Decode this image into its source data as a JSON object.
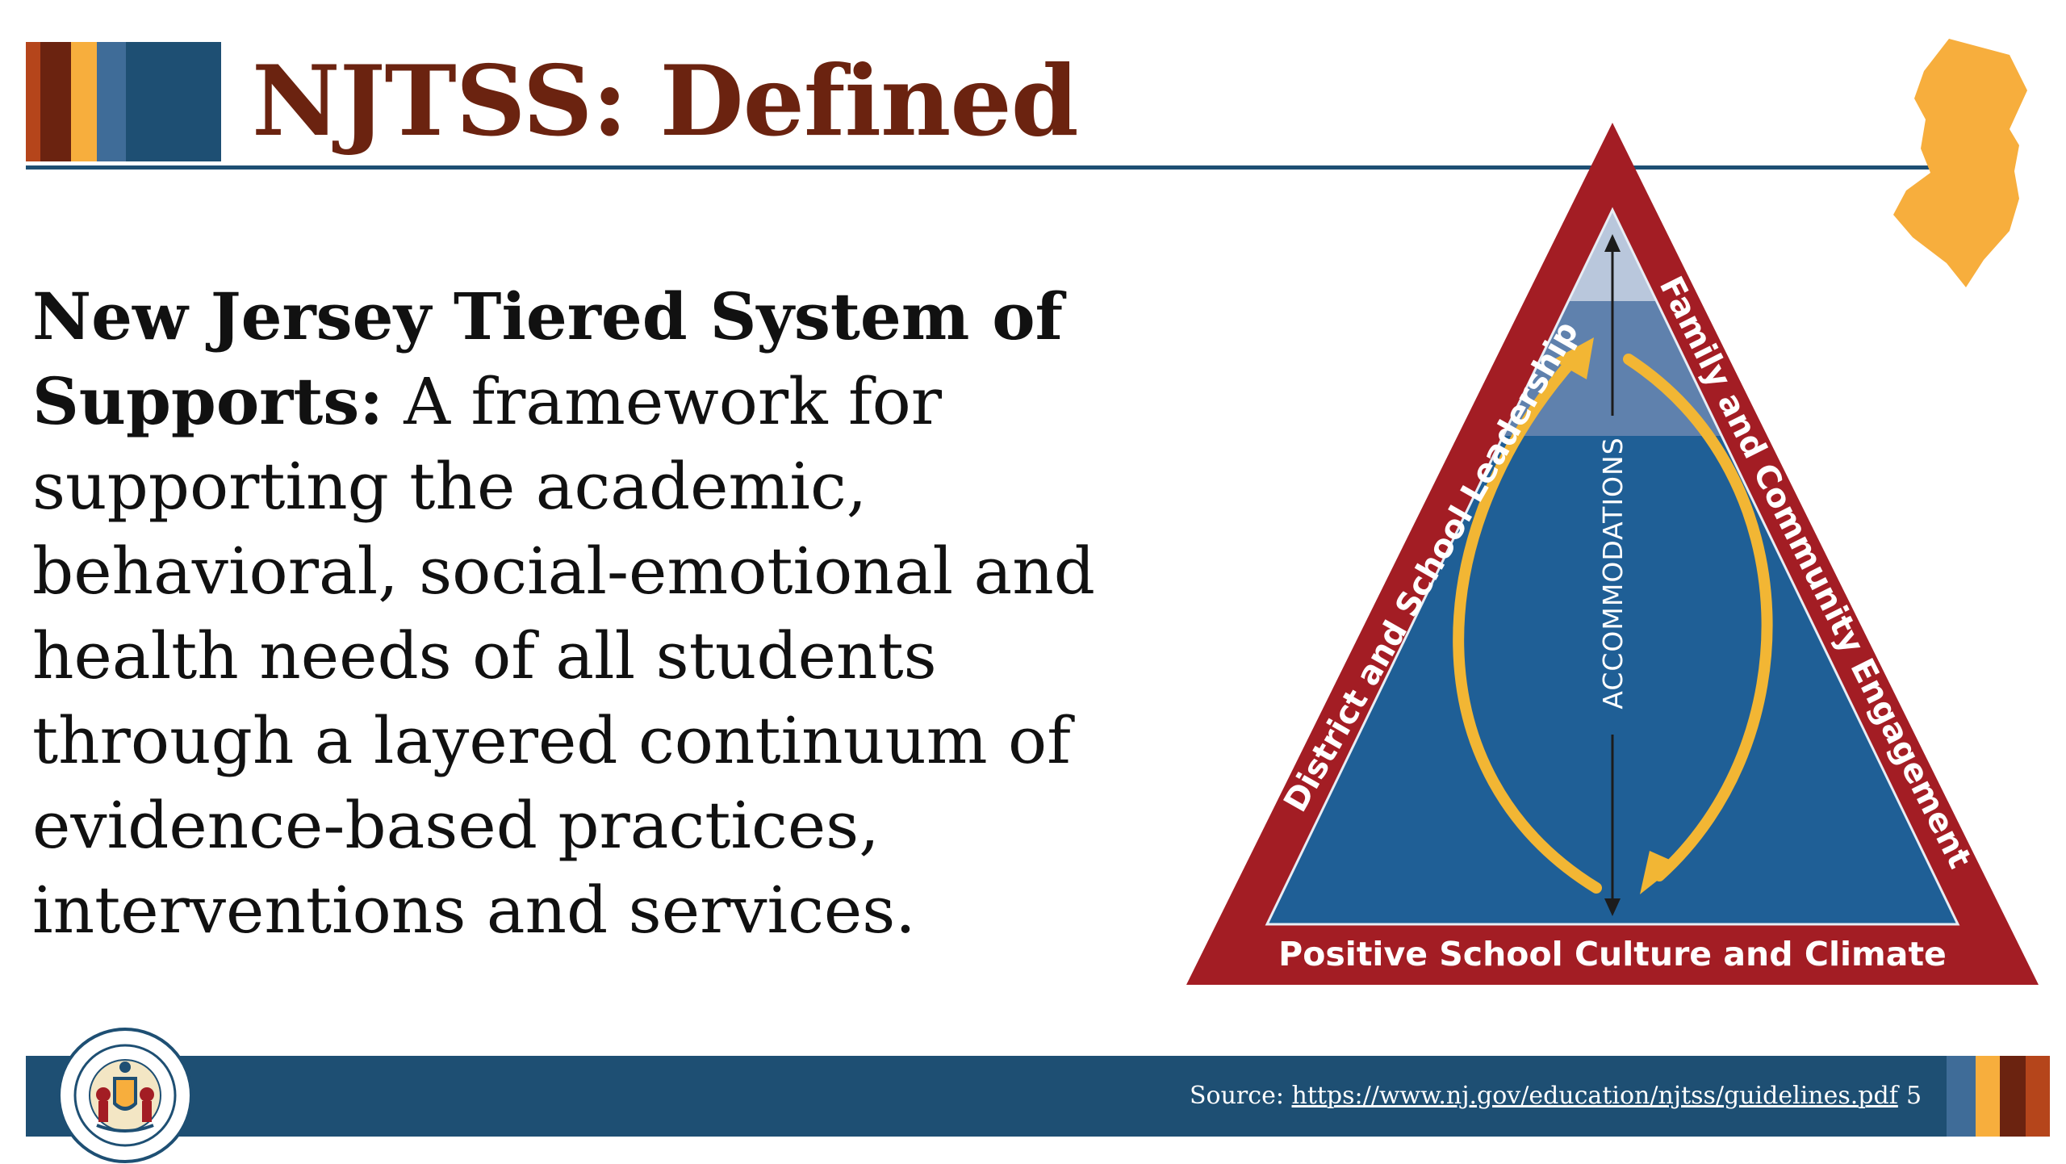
{
  "slide": {
    "title": "NJTSS: Defined",
    "definition_term": "New Jersey Tiered System of Supports:",
    "definition_text": " A framework for supporting the academic, behavioral, social-emotional and health needs of all students through a layered continuum of evidence-based practices, interventions and services.",
    "page_number": "5"
  },
  "source": {
    "label": "Source:",
    "url": "https://www.nj.gov/education/njtss/guidelines.pdf"
  },
  "diagram": {
    "left_side_label": "District and School Leadership",
    "right_side_label": "Family and Community Engagement",
    "base_label": "Positive School Culture and Climate",
    "center_label": "ACCOMMODATIONS"
  },
  "icons": {
    "state_map": "new-jersey-map-icon",
    "seal": "nj-department-of-education-seal-icon"
  },
  "colors": {
    "title": "#6b2310",
    "rule": "#1e4f73",
    "footer": "#1e4f73",
    "triangle_border": "#a31d24",
    "tier_top": "#b9c7dc",
    "tier_mid": "#5f81ad",
    "tier_base": "#1f5f96",
    "arrows": "#f2b634",
    "map": "#f7ae3d",
    "stripes": [
      "#b5451b",
      "#6b2310",
      "#f7ae3d",
      "#3f6c98",
      "#1e4f73"
    ]
  }
}
